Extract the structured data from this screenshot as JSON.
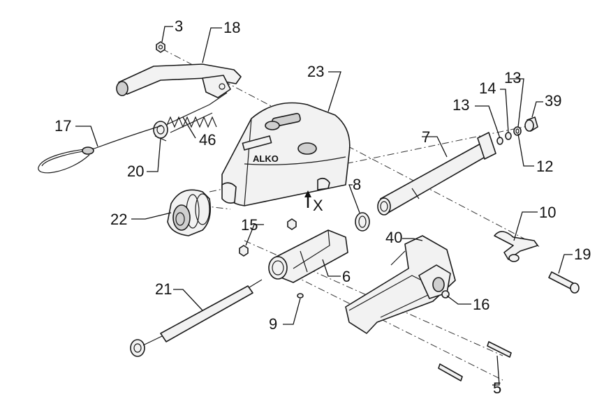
{
  "labels": {
    "p3": "3",
    "p18": "18",
    "p23": "23",
    "p17": "17",
    "p46": "46",
    "p20": "20",
    "p22": "22",
    "px": "X",
    "p8": "8",
    "p15": "15",
    "p6": "6",
    "p7": "7",
    "p13a": "13",
    "p14": "14",
    "p13b": "13",
    "p39": "39",
    "p12": "12",
    "p10": "10",
    "p40": "40",
    "p19": "19",
    "p16": "16",
    "p21": "21",
    "p9": "9",
    "p5": "5"
  },
  "logo_text": "ALKO"
}
